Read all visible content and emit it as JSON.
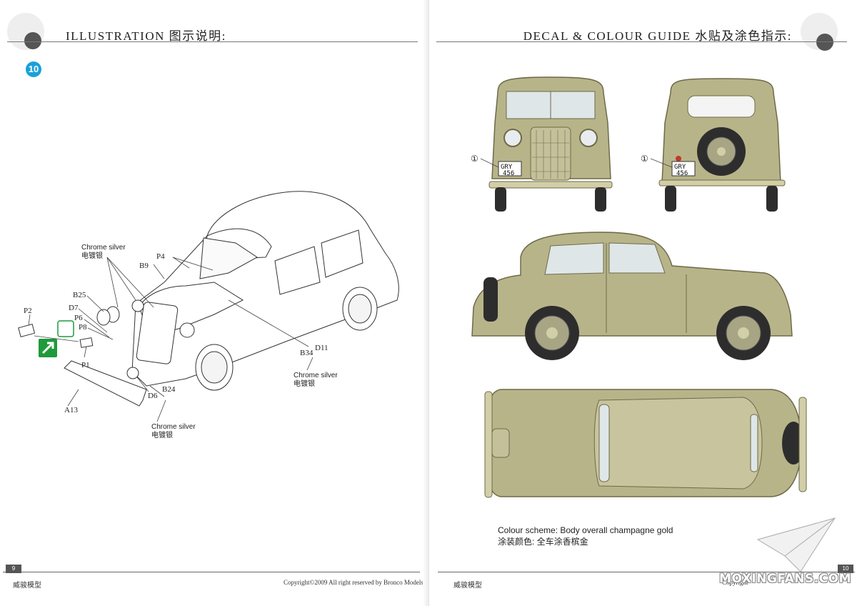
{
  "left_page": {
    "header_title": "ILLUSTRATION 图示说明:",
    "step_number": "10",
    "parts": {
      "P2": "P2",
      "D7": "D7",
      "P6": "P6",
      "P8": "P8",
      "B25": "B25",
      "B9": "B9",
      "P4": "P4",
      "P1": "P1",
      "A13": "A13",
      "D6": "D6",
      "B24": "B24",
      "B34": "B34",
      "D11": "D11"
    },
    "notes": {
      "top": [
        "Chrome silver",
        "电镀银"
      ],
      "bottom": [
        "Chrome silver",
        "电镀银"
      ],
      "right": [
        "Chrome silver",
        "电镀银"
      ]
    },
    "page_number": "9",
    "footer_brand": "威骏模型",
    "footer_copyright": "Copyright©2009 All right reserved by Bronco Models"
  },
  "right_page": {
    "header_title": "DECAL & COLOUR GUIDE 水贴及涂色指示:",
    "decal_marker": "①",
    "plate_front": [
      "GRY",
      "456"
    ],
    "plate_rear": [
      "GRY",
      "456"
    ],
    "colour_scheme": [
      "Colour scheme: Body overall champagne gold",
      "涂装颜色: 全车涂香槟金"
    ],
    "page_number": "10",
    "footer_brand": "威骏模型",
    "footer_copyright": "Copyright"
  },
  "watermark": "MOXINGFANS.COM",
  "colors": {
    "body": "#b8b48a",
    "body_dark": "#8f8b62",
    "body_light": "#d2cfa8",
    "glass": "#dfe6e8",
    "tyre": "#2d2d2d",
    "badge": "#1aa0d8",
    "arrow": "#1f9a3a"
  }
}
